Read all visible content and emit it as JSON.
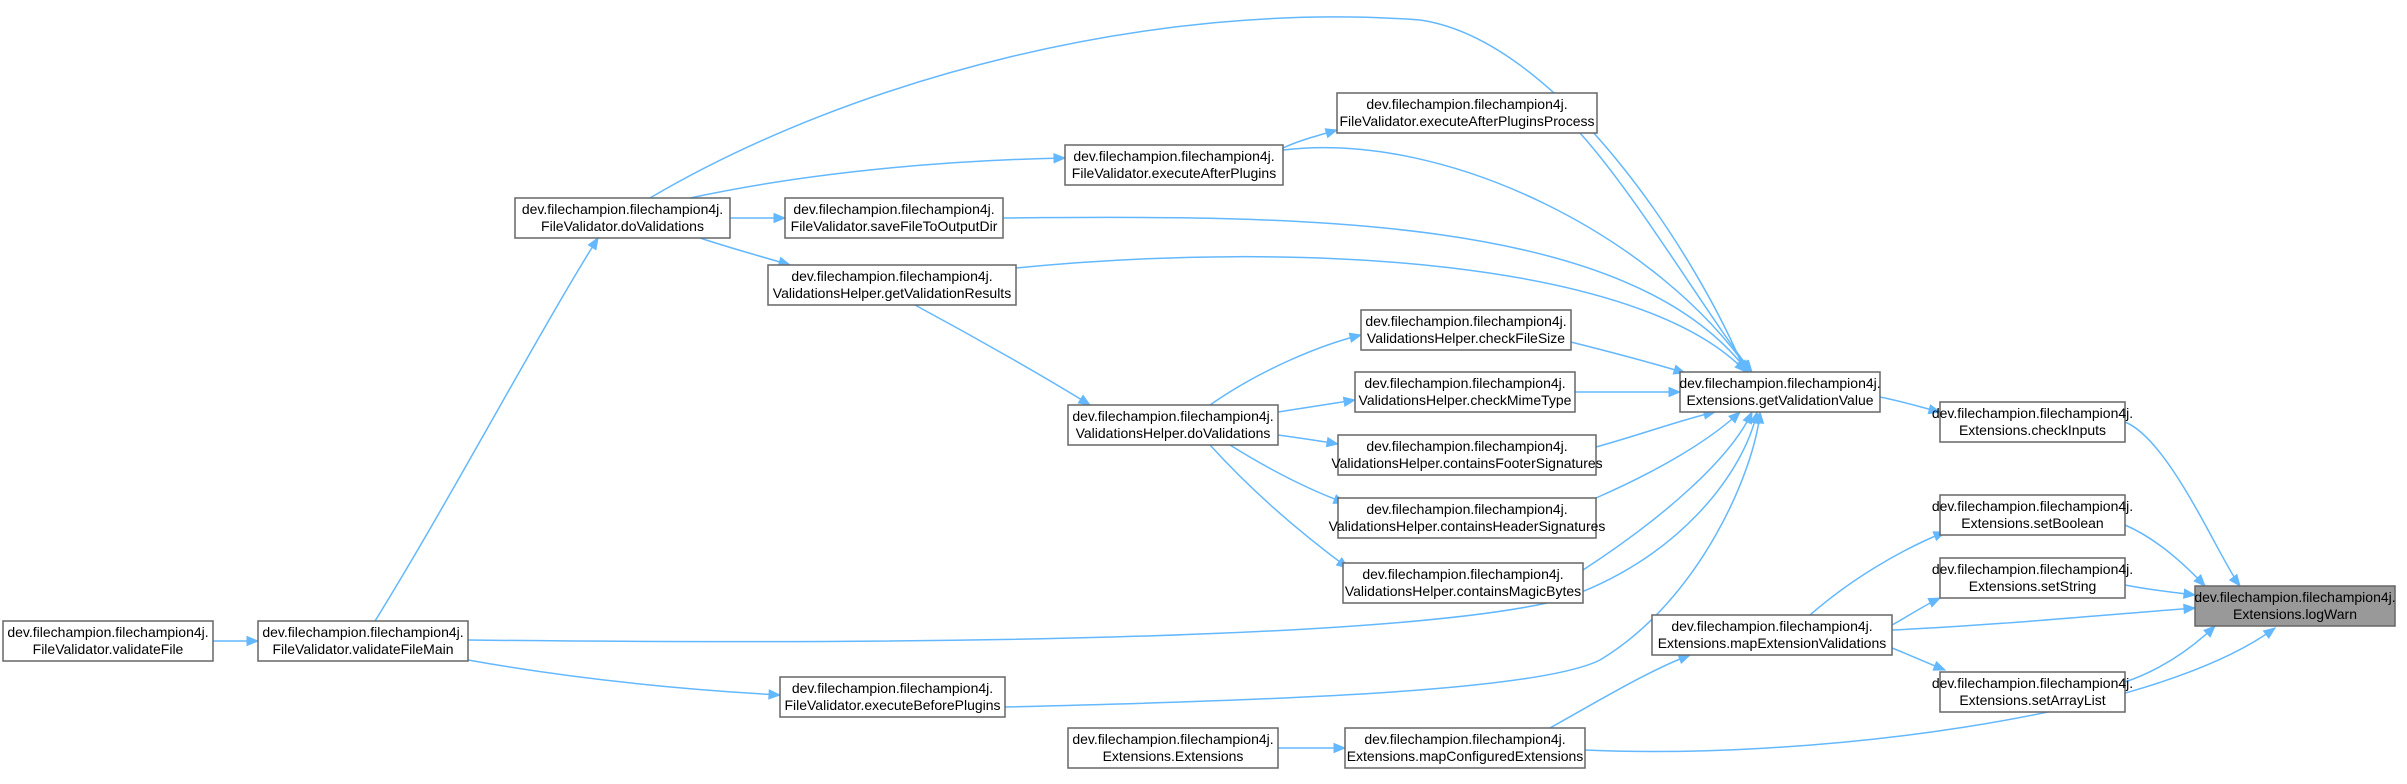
{
  "diagram": {
    "colors": {
      "edge": "#63b8ff",
      "node_border": "#666666",
      "node_fill": "#ffffff",
      "root_fill": "#999999"
    },
    "nodes": [
      {
        "id": "n_logWarn",
        "line1": "dev.filechampion.filechampion4j.",
        "line2": "Extensions.logWarn",
        "root": true
      },
      {
        "id": "n_checkInputs",
        "line1": "dev.filechampion.filechampion4j.",
        "line2": "Extensions.checkInputs"
      },
      {
        "id": "n_setBoolean",
        "line1": "dev.filechampion.filechampion4j.",
        "line2": "Extensions.setBoolean"
      },
      {
        "id": "n_setString",
        "line1": "dev.filechampion.filechampion4j.",
        "line2": "Extensions.setString"
      },
      {
        "id": "n_setArrayList",
        "line1": "dev.filechampion.filechampion4j.",
        "line2": "Extensions.setArrayList"
      },
      {
        "id": "n_mapExtVal",
        "line1": "dev.filechampion.filechampion4j.",
        "line2": "Extensions.mapExtensionValidations"
      },
      {
        "id": "n_getValVal",
        "line1": "dev.filechampion.filechampion4j.",
        "line2": "Extensions.getValidationValue"
      },
      {
        "id": "n_mapConfExt",
        "line1": "dev.filechampion.filechampion4j.",
        "line2": "Extensions.mapConfiguredExtensions"
      },
      {
        "id": "n_extExt",
        "line1": "dev.filechampion.filechampion4j.",
        "line2": "Extensions.Extensions"
      },
      {
        "id": "n_execAfterPP",
        "line1": "dev.filechampion.filechampion4j.",
        "line2": "FileValidator.executeAfterPluginsProcess"
      },
      {
        "id": "n_execAfterP",
        "line1": "dev.filechampion.filechampion4j.",
        "line2": "FileValidator.executeAfterPlugins"
      },
      {
        "id": "n_saveFile",
        "line1": "dev.filechampion.filechampion4j.",
        "line2": "FileValidator.saveFileToOutputDir"
      },
      {
        "id": "n_getValRes",
        "line1": "dev.filechampion.filechampion4j.",
        "line2": "ValidationsHelper.getValidationResults"
      },
      {
        "id": "n_checkFileSize",
        "line1": "dev.filechampion.filechampion4j.",
        "line2": "ValidationsHelper.checkFileSize"
      },
      {
        "id": "n_checkMime",
        "line1": "dev.filechampion.filechampion4j.",
        "line2": "ValidationsHelper.checkMimeType"
      },
      {
        "id": "n_footer",
        "line1": "dev.filechampion.filechampion4j.",
        "line2": "ValidationsHelper.containsFooterSignatures"
      },
      {
        "id": "n_header",
        "line1": "dev.filechampion.filechampion4j.",
        "line2": "ValidationsHelper.containsHeaderSignatures"
      },
      {
        "id": "n_magic",
        "line1": "dev.filechampion.filechampion4j.",
        "line2": "ValidationsHelper.containsMagicBytes"
      },
      {
        "id": "n_vhDoVal",
        "line1": "dev.filechampion.filechampion4j.",
        "line2": "ValidationsHelper.doValidations"
      },
      {
        "id": "n_fvDoVal",
        "line1": "dev.filechampion.filechampion4j.",
        "line2": "FileValidator.doValidations"
      },
      {
        "id": "n_valMain",
        "line1": "dev.filechampion.filechampion4j.",
        "line2": "FileValidator.validateFileMain"
      },
      {
        "id": "n_valFile",
        "line1": "dev.filechampion.filechampion4j.",
        "line2": "FileValidator.validateFile"
      },
      {
        "id": "n_execBefore",
        "line1": "dev.filechampion.filechampion4j.",
        "line2": "FileValidator.executeBeforePlugins"
      }
    ],
    "edges": [
      {
        "from": "n_checkInputs",
        "to": "n_logWarn"
      },
      {
        "from": "n_setBoolean",
        "to": "n_logWarn"
      },
      {
        "from": "n_setString",
        "to": "n_logWarn"
      },
      {
        "from": "n_mapExtVal",
        "to": "n_logWarn"
      },
      {
        "from": "n_setArrayList",
        "to": "n_logWarn"
      },
      {
        "from": "n_mapConfExt",
        "to": "n_logWarn"
      },
      {
        "from": "n_getValVal",
        "to": "n_checkInputs"
      },
      {
        "from": "n_mapExtVal",
        "to": "n_setBoolean"
      },
      {
        "from": "n_mapExtVal",
        "to": "n_setString"
      },
      {
        "from": "n_mapExtVal",
        "to": "n_setArrayList"
      },
      {
        "from": "n_mapConfExt",
        "to": "n_mapExtVal"
      },
      {
        "from": "n_extExt",
        "to": "n_mapConfExt"
      },
      {
        "from": "n_fvDoVal",
        "to": "n_getValVal"
      },
      {
        "from": "n_execAfterPP",
        "to": "n_getValVal"
      },
      {
        "from": "n_execAfterP",
        "to": "n_getValVal"
      },
      {
        "from": "n_saveFile",
        "to": "n_getValVal"
      },
      {
        "from": "n_getValRes",
        "to": "n_getValVal"
      },
      {
        "from": "n_checkFileSize",
        "to": "n_getValVal"
      },
      {
        "from": "n_checkMime",
        "to": "n_getValVal"
      },
      {
        "from": "n_footer",
        "to": "n_getValVal"
      },
      {
        "from": "n_header",
        "to": "n_getValVal"
      },
      {
        "from": "n_magic",
        "to": "n_getValVal"
      },
      {
        "from": "n_valMain",
        "to": "n_getValVal"
      },
      {
        "from": "n_execBefore",
        "to": "n_getValVal"
      },
      {
        "from": "n_execAfterP",
        "to": "n_execAfterPP"
      },
      {
        "from": "n_fvDoVal",
        "to": "n_execAfterP"
      },
      {
        "from": "n_fvDoVal",
        "to": "n_saveFile"
      },
      {
        "from": "n_fvDoVal",
        "to": "n_getValRes"
      },
      {
        "from": "n_vhDoVal",
        "to": "n_checkFileSize"
      },
      {
        "from": "n_vhDoVal",
        "to": "n_checkMime"
      },
      {
        "from": "n_vhDoVal",
        "to": "n_footer"
      },
      {
        "from": "n_vhDoVal",
        "to": "n_header"
      },
      {
        "from": "n_vhDoVal",
        "to": "n_magic"
      },
      {
        "from": "n_getValRes",
        "to": "n_vhDoVal"
      },
      {
        "from": "n_valMain",
        "to": "n_fvDoVal"
      },
      {
        "from": "n_valFile",
        "to": "n_valMain"
      },
      {
        "from": "n_valMain",
        "to": "n_execBefore"
      }
    ]
  }
}
